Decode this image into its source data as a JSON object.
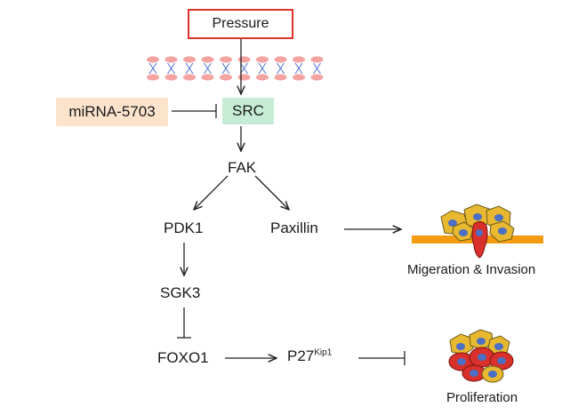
{
  "nodes": {
    "pressure": "Pressure",
    "mirna": "miRNA-5703",
    "src": "SRC",
    "fak": "FAK",
    "pdk1": "PDK1",
    "paxillin": "Paxillin",
    "sgk3": "SGK3",
    "foxo1": "FOXO1",
    "p27": "P27",
    "p27_sup": "Kip1"
  },
  "outcomes": {
    "migration": "Migeration & Invasion",
    "proliferation": "Proliferation"
  },
  "colors": {
    "pressure_border": "#d9332b",
    "mirna_bg": "#fbe3cc",
    "src_bg": "#c7ecd6",
    "membrane": "#f4a3a0",
    "membrane_line": "#5a7bd0",
    "substrate": "#f39c12",
    "cell_yellow": "#e8b830",
    "cell_red": "#d9302b",
    "nucleus": "#4a6fc4"
  }
}
